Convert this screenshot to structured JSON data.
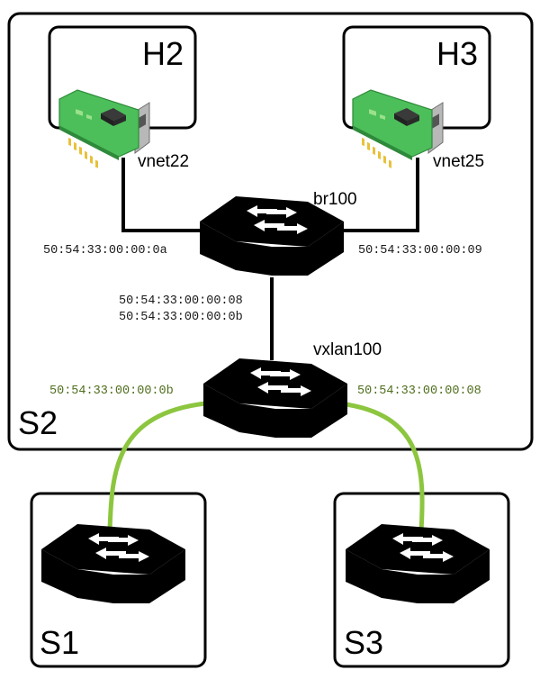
{
  "colors": {
    "link_green": "#8cc63f",
    "mac_green": "#4f6e1e",
    "br_blue_top": "#3f88c5",
    "vx_green_top": "#8db54c"
  },
  "hosts": {
    "h2": "H2",
    "h3": "H3",
    "s1": "S1",
    "s2": "S2",
    "s3": "S3"
  },
  "devices": {
    "vnet22": "vnet22",
    "vnet25": "vnet25",
    "br100": "br100",
    "vxlan100": "vxlan100"
  },
  "macs": {
    "br_left": "50:54:33:00:00:0a",
    "br_right": "50:54:33:00:00:09",
    "br_bottom_1": "50:54:33:00:00:08",
    "br_bottom_2": "50:54:33:00:00:0b",
    "vx_left": "50:54:33:00:00:0b",
    "vx_right": "50:54:33:00:00:08"
  },
  "icons": [
    "nic-card-icon",
    "switch-icon"
  ]
}
